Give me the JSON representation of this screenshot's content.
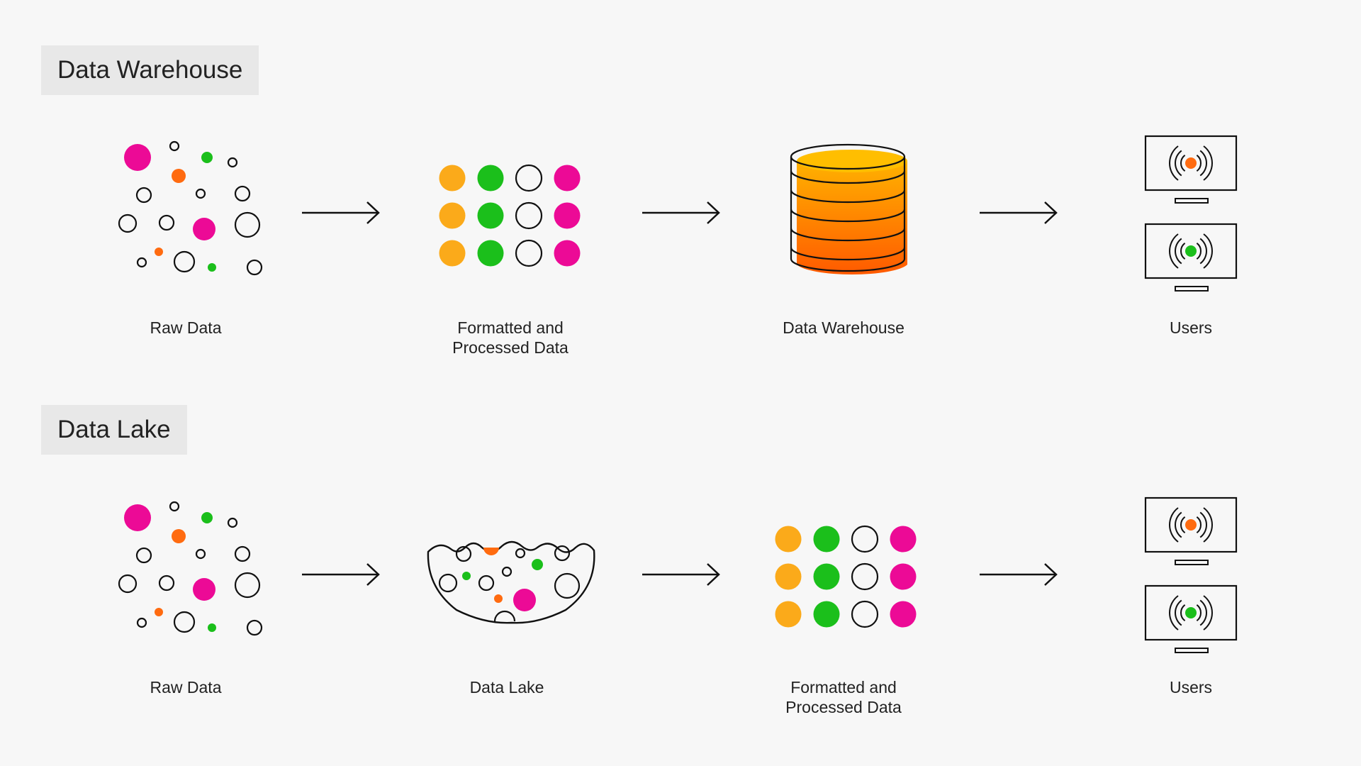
{
  "colors": {
    "orange_yellow": "#fbaa1a",
    "green": "#1bbf1b",
    "magenta": "#ec0a96",
    "orange": "#ff6b10",
    "stroke": "#111111",
    "cylinder_top": "#ffb400",
    "cylinder_bottom": "#ff5f00"
  },
  "sections": [
    {
      "title": "Data Warehouse",
      "stages": [
        {
          "label": "Raw Data",
          "icon": "raw-data-icon"
        },
        {
          "label": "Formatted and\nProcessed Data",
          "icon": "formatted-data-icon"
        },
        {
          "label": "Data Warehouse",
          "icon": "database-icon"
        },
        {
          "label": "Users",
          "icon": "monitors-icon"
        }
      ]
    },
    {
      "title": "Data Lake",
      "stages": [
        {
          "label": "Raw Data",
          "icon": "raw-data-icon"
        },
        {
          "label": "Data Lake",
          "icon": "lake-icon"
        },
        {
          "label": "Formatted and\nProcessed Data",
          "icon": "formatted-data-icon"
        },
        {
          "label": "Users",
          "icon": "monitors-icon"
        }
      ]
    }
  ]
}
